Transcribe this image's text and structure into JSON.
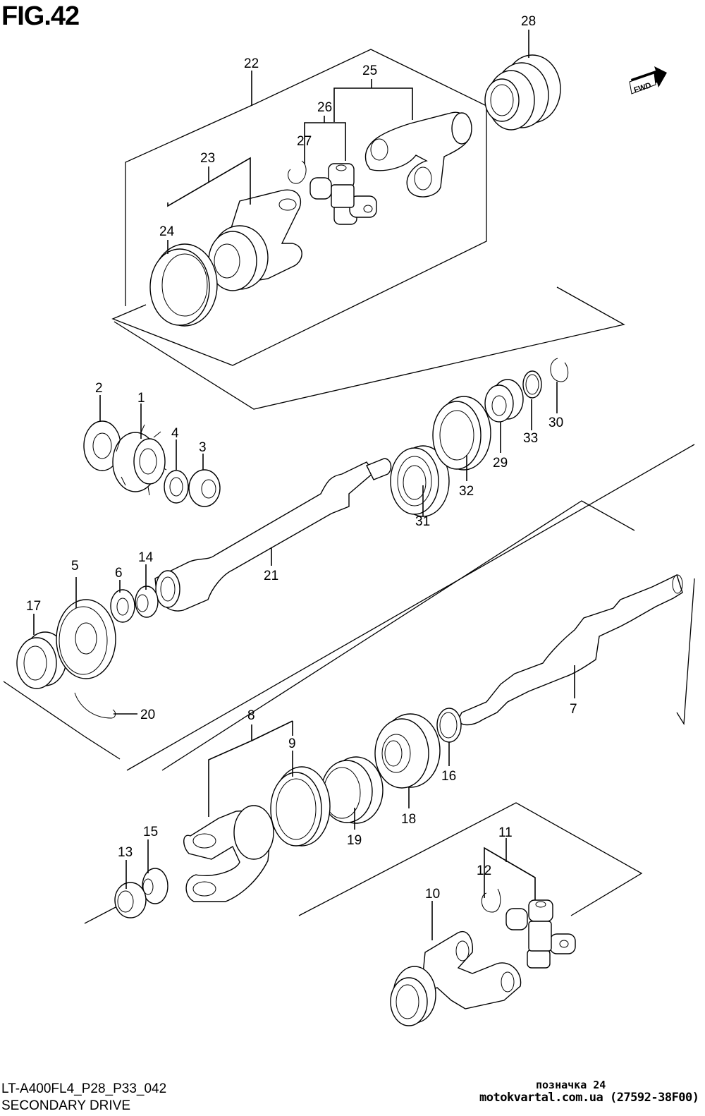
{
  "figure": {
    "title": "FIG.42",
    "drawing_code": "LT-A400FL4_P28_P33_042",
    "name": "SECONDARY DRIVE",
    "direction_badge": "FWD"
  },
  "watermark": {
    "line1": "позначка 24",
    "line2": "motokvartal.com.ua (27592-38F00)"
  },
  "parts": [
    {
      "ref": "1",
      "kind": "bevel-gear"
    },
    {
      "ref": "2",
      "kind": "washer"
    },
    {
      "ref": "3",
      "kind": "nut"
    },
    {
      "ref": "4",
      "kind": "washer"
    },
    {
      "ref": "5",
      "kind": "bevel-gear"
    },
    {
      "ref": "6",
      "kind": "washer"
    },
    {
      "ref": "7",
      "kind": "shaft"
    },
    {
      "ref": "8",
      "kind": "yoke-assembly"
    },
    {
      "ref": "9",
      "kind": "oil-seal"
    },
    {
      "ref": "10",
      "kind": "yoke"
    },
    {
      "ref": "11",
      "kind": "spider-assembly"
    },
    {
      "ref": "12",
      "kind": "circlip"
    },
    {
      "ref": "13",
      "kind": "nut"
    },
    {
      "ref": "14",
      "kind": "nut"
    },
    {
      "ref": "15",
      "kind": "washer"
    },
    {
      "ref": "16",
      "kind": "shim"
    },
    {
      "ref": "17",
      "kind": "bearing"
    },
    {
      "ref": "18",
      "kind": "bearing"
    },
    {
      "ref": "19",
      "kind": "oil-seal"
    },
    {
      "ref": "20",
      "kind": "circlip"
    },
    {
      "ref": "21",
      "kind": "propeller-shaft"
    },
    {
      "ref": "22",
      "kind": "joint-assembly"
    },
    {
      "ref": "23",
      "kind": "yoke"
    },
    {
      "ref": "24",
      "kind": "oil-seal"
    },
    {
      "ref": "25",
      "kind": "yoke"
    },
    {
      "ref": "26",
      "kind": "spider"
    },
    {
      "ref": "27",
      "kind": "circlip"
    },
    {
      "ref": "28",
      "kind": "boot"
    },
    {
      "ref": "29",
      "kind": "spacer"
    },
    {
      "ref": "30",
      "kind": "circlip"
    },
    {
      "ref": "31",
      "kind": "bearing"
    },
    {
      "ref": "32",
      "kind": "oil-seal"
    },
    {
      "ref": "33",
      "kind": "shim"
    }
  ]
}
